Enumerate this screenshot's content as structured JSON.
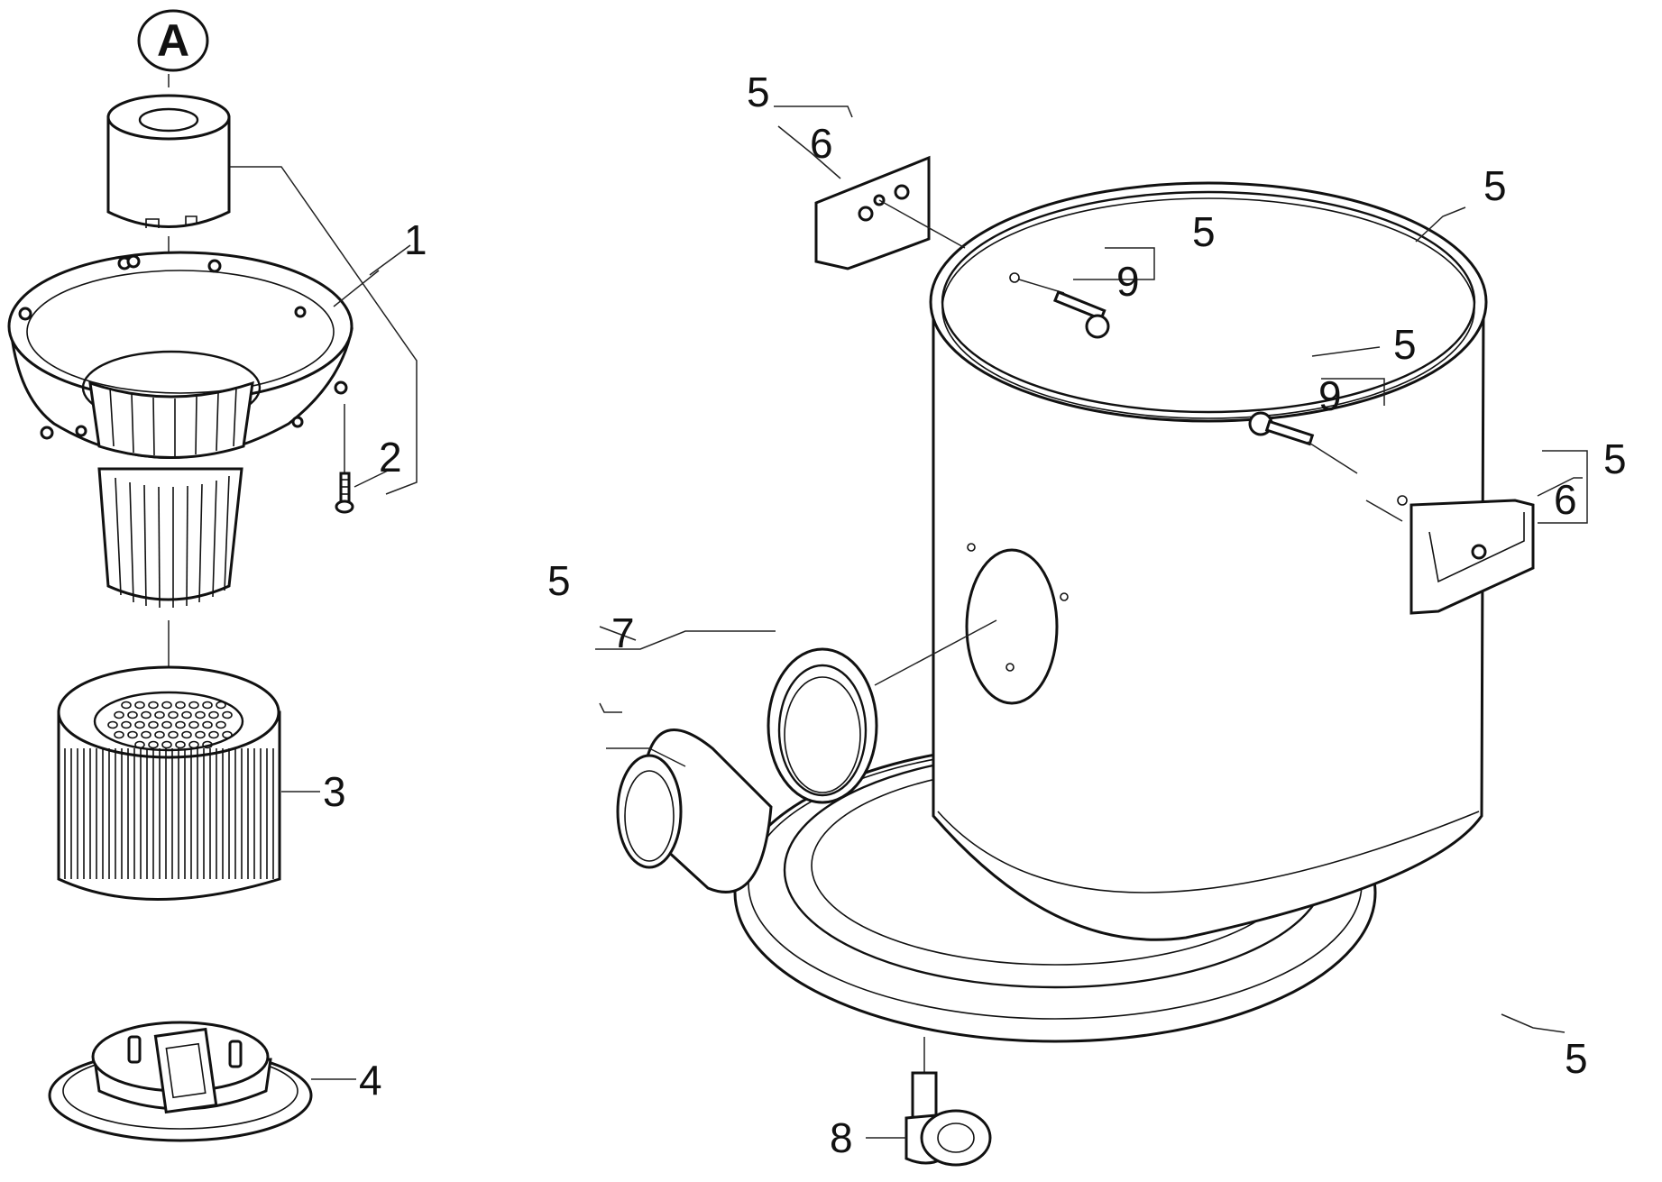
{
  "section": {
    "label": "A"
  },
  "callouts": {
    "left_filter_assembly": "1",
    "screw_small": "2",
    "cartridge_filter": "3",
    "filter_cover": "4",
    "handle_top_kit": "5",
    "handle_top": "6",
    "lid_right_kit": "5",
    "screw_a_kit": "5",
    "screw_a": "9",
    "screw_b_kit": "5",
    "screw_b": "9",
    "handle_side_kit": "5",
    "handle_side": "6",
    "inlet_kit": "5",
    "inlet": "7",
    "base_kit": "5",
    "caster": "8"
  }
}
